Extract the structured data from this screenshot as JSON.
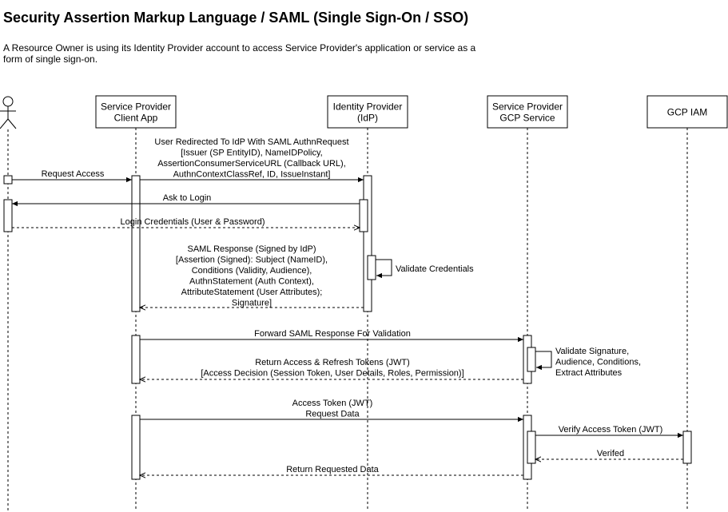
{
  "title": "Security Assertion Markup Language / SAML (Single Sign-On / SSO)",
  "description": "A Resource Owner is using its Identity Provider account to access Service Provider's application or service as a form of single sign-on.",
  "participants": [
    {
      "id": "resource-owner",
      "lines": []
    },
    {
      "id": "client-app",
      "lines": [
        "Service Provider",
        "Client App"
      ]
    },
    {
      "id": "idp",
      "lines": [
        "Identity Provider",
        "(IdP)"
      ]
    },
    {
      "id": "gcp-service",
      "lines": [
        "Service Provider",
        "GCP Service"
      ]
    },
    {
      "id": "gcp-iam",
      "lines": [
        "GCP IAM"
      ]
    }
  ],
  "messages": [
    {
      "id": "request-access",
      "lines": [
        "Request Access"
      ]
    },
    {
      "id": "redirect-to-idp",
      "lines": [
        "User Redirected To IdP With SAML AuthnRequest",
        "[Issuer (SP EntityID), NameIDPolicy,",
        "AssertionConsumerServiceURL (Callback URL),",
        "AuthnContextClassRef, ID, IssueInstant]"
      ]
    },
    {
      "id": "ask-to-login",
      "lines": [
        "Ask to Login"
      ]
    },
    {
      "id": "login-credentials",
      "lines": [
        "Login Credentials (User & Password)"
      ]
    },
    {
      "id": "validate-credentials",
      "lines": [
        "Validate Credentials"
      ]
    },
    {
      "id": "saml-response",
      "lines": [
        "SAML Response (Signed by IdP)",
        "[Assertion (Signed): Subject (NameID),",
        "Conditions (Validity, Audience),",
        "AuthnStatement (Auth Context),",
        "AttributeStatement (User Attributes);",
        "Signature]"
      ]
    },
    {
      "id": "forward-saml-response",
      "lines": [
        "Forward SAML Response For Validation"
      ]
    },
    {
      "id": "validate-signature",
      "lines": [
        "Validate Signature,",
        "Audience, Conditions,",
        "Extract Attributes"
      ]
    },
    {
      "id": "return-tokens",
      "lines": [
        "Return Access & Refresh Tokens (JWT)",
        "[Access Decision (Session Token, User Details, Roles, Permission)]"
      ]
    },
    {
      "id": "access-token-request",
      "lines": [
        "Access Token (JWT)",
        "Request Data"
      ]
    },
    {
      "id": "verify-access-token",
      "lines": [
        "Verify Access Token (JWT)"
      ]
    },
    {
      "id": "verified",
      "lines": [
        "Verifed"
      ]
    },
    {
      "id": "return-requested-data",
      "lines": [
        "Return Requested Data"
      ]
    }
  ]
}
